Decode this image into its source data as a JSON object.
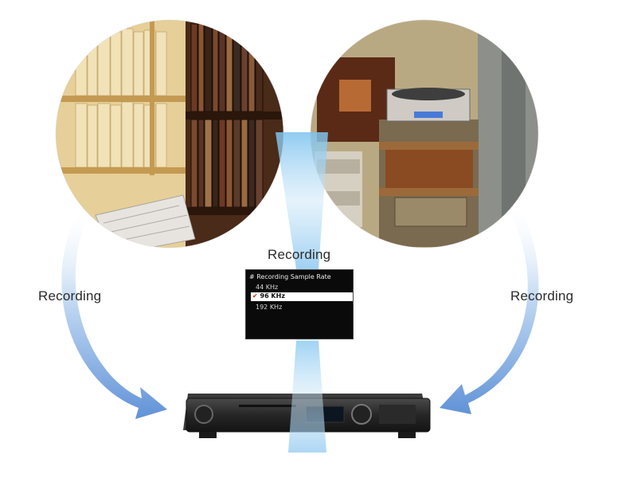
{
  "labels": {
    "left": "Recording",
    "center": "Recording",
    "right": "Recording"
  },
  "menu": {
    "title": "# Recording Sample Rate",
    "options": [
      "44 KHz",
      "96 KHz",
      "192 KHz"
    ],
    "selected_index": 1,
    "check_icon": "check-icon"
  },
  "colors": {
    "arrow": "#4f86d3",
    "arrow_light": "#dce9f8",
    "beam": "#9ecff2"
  }
}
